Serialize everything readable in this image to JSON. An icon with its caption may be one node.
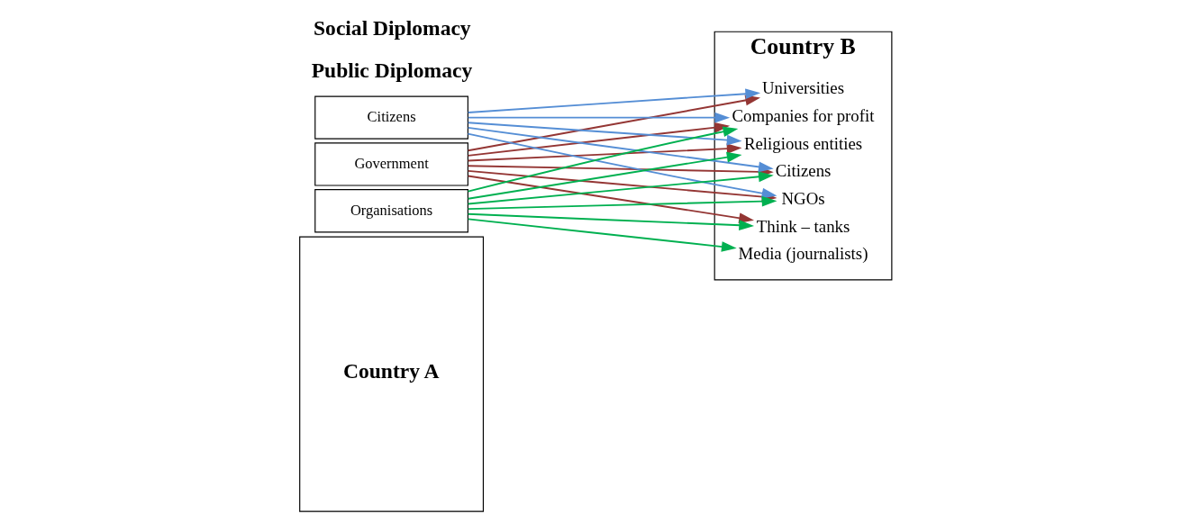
{
  "diagram": {
    "nodes": [
      {
        "text": [
          "Country A"
        ]
      },
      {
        "text": [
          "Government"
        ]
      },
      {
        "text": [
          "Citizens"
        ]
      },
      {
        "text": [
          "Organisations"
        ]
      },
      {
        "text": [
          "Country B"
        ]
      },
      {
        "text": [
          "Citizens"
        ],
        "in": 4
      },
      {
        "text": [
          "NGOs"
        ],
        "in": 4
      },
      {
        "text": [
          "Companies for profit"
        ],
        "in": 4
      },
      {
        "text": [
          "Religious entities"
        ],
        "in": 4
      },
      {
        "text": [
          "Think – tanks"
        ],
        "in": 4
      },
      {
        "text": [
          "Universities"
        ],
        "in": 4
      },
      {
        "text": [
          "Media (journalists)"
        ],
        "in": 4
      }
    ],
    "edges": [
      {
        "from": 1,
        "to": 5,
        "arrow": "to",
        "color": "#943634"
      },
      {
        "from": 1,
        "to": 6,
        "arrow": "to",
        "color": "#943634"
      },
      {
        "from": 1,
        "to": 7,
        "arrow": "to",
        "color": "#943634"
      },
      {
        "from": 1,
        "to": 8,
        "arrow": "to",
        "color": "#943634"
      },
      {
        "from": 1,
        "to": 9,
        "arrow": "to",
        "color": "#943634"
      },
      {
        "from": 1,
        "to": 10,
        "arrow": "to",
        "color": "#943634"
      },
      {
        "from": 2,
        "to": 5,
        "arrow": "to",
        "color": "#558ed5"
      },
      {
        "from": 2,
        "to": 6,
        "arrow": "to",
        "color": "#558ed5"
      },
      {
        "from": 2,
        "to": 7,
        "arrow": "to",
        "color": "#558ed5"
      },
      {
        "from": 2,
        "to": 8,
        "arrow": "to",
        "color": "#558ed5"
      },
      {
        "from": 2,
        "to": 10,
        "arrow": "to",
        "color": "#558ed5"
      },
      {
        "from": 3,
        "to": 5,
        "arrow": "to",
        "color": "#00b050"
      },
      {
        "from": 3,
        "to": 6,
        "arrow": "to",
        "color": "#00b050"
      },
      {
        "from": 3,
        "to": 7,
        "arrow": "to",
        "color": "#00b050"
      },
      {
        "from": 3,
        "to": 8,
        "arrow": "to",
        "color": "#00b050"
      },
      {
        "from": 3,
        "to": 9,
        "arrow": "to",
        "color": "#00b050"
      },
      {
        "from": 3,
        "to": 11,
        "arrow": "to",
        "color": "#00b050"
      }
    ],
    "labels": [
      "Public Diplomacy",
      "Social Diplomacy"
    ]
  }
}
